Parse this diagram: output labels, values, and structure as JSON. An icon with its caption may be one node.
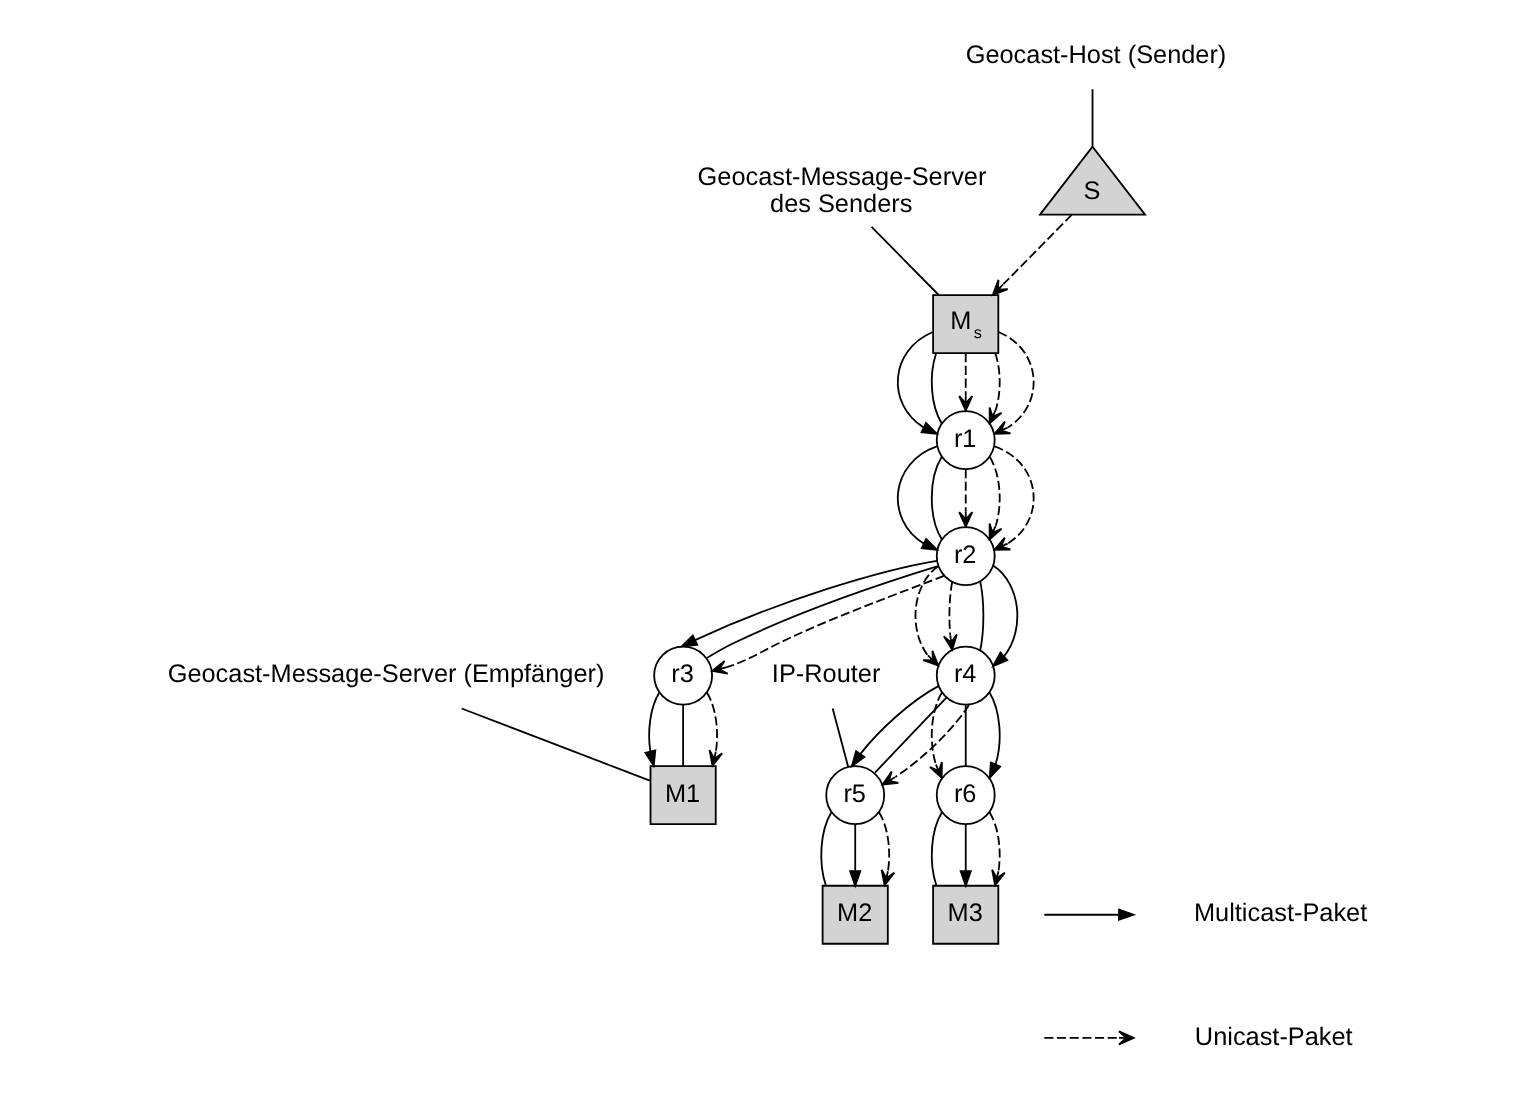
{
  "diagram": {
    "nodes": [
      {
        "text": [
          "S"
        ]
      },
      {
        "text": [
          "Geocast-Host (Sender)"
        ]
      },
      {
        "text": [
          "M$_{s}$"
        ]
      },
      {
        "text": [
          "Geocast-Message-Server des Senders"
        ]
      },
      {
        "text": [
          "r1"
        ]
      },
      {
        "text": [
          "r2"
        ]
      },
      {
        "text": [
          "r3"
        ]
      },
      {
        "text": [
          "M1"
        ]
      },
      {
        "text": [
          "Geocast-Message-Server (Empfänger)"
        ]
      },
      {
        "text": [
          "r4"
        ]
      },
      {
        "text": [
          "r5"
        ]
      },
      {
        "text": [
          "IP-Router"
        ]
      },
      {
        "text": [
          "M2"
        ]
      },
      {
        "text": [
          "r6"
        ]
      },
      {
        "text": [
          "M3"
        ]
      }
    ],
    "edges": [
      {
        "from": 1,
        "to": 0,
        "arrow": "none"
      },
      {
        "from": 0,
        "to": 2,
        "arrow": "to",
        "style": "dashed"
      },
      {
        "from": 3,
        "to": 2,
        "arrow": "none"
      },
      {
        "from": 2,
        "to": 4,
        "arrow": "to"
      },
      {
        "from": 2,
        "to": 4,
        "arrow": "none"
      },
      {
        "from": 2,
        "to": 4,
        "arrow": "to",
        "style": "dashed"
      },
      {
        "from": 2,
        "to": 4,
        "arrow": "to",
        "style": "dashed"
      },
      {
        "from": 2,
        "to": 4,
        "arrow": "to",
        "style": "dashed"
      },
      {
        "from": 4,
        "to": 5,
        "arrow": "to"
      },
      {
        "from": 4,
        "to": 5,
        "arrow": "none"
      },
      {
        "from": 4,
        "to": 5,
        "arrow": "to",
        "style": "dashed"
      },
      {
        "from": 4,
        "to": 5,
        "arrow": "to",
        "style": "dashed"
      },
      {
        "from": 4,
        "to": 5,
        "arrow": "to",
        "style": "dashed"
      },
      {
        "from": 5,
        "to": 6,
        "arrow": "to"
      },
      {
        "from": 5,
        "to": 6,
        "arrow": "none"
      },
      {
        "from": 5,
        "to": 6,
        "arrow": "to",
        "style": "dashed"
      },
      {
        "from": 6,
        "to": 7,
        "arrow": "to"
      },
      {
        "from": 6,
        "to": 7,
        "arrow": "none"
      },
      {
        "from": 6,
        "to": 7,
        "arrow": "to",
        "style": "dashed"
      },
      {
        "from": 8,
        "to": 7,
        "arrow": "none"
      },
      {
        "from": 5,
        "to": 9,
        "arrow": "to",
        "style": "dashed"
      },
      {
        "from": 5,
        "to": 9,
        "arrow": "to",
        "style": "dashed"
      },
      {
        "from": 5,
        "to": 9,
        "arrow": "none"
      },
      {
        "from": 5,
        "to": 9,
        "arrow": "to"
      },
      {
        "from": 9,
        "to": 10,
        "arrow": "to"
      },
      {
        "from": 9,
        "to": 10,
        "arrow": "none"
      },
      {
        "from": 9,
        "to": 10,
        "arrow": "to",
        "style": "dashed"
      },
      {
        "from": 11,
        "to": 10,
        "arrow": "none"
      },
      {
        "from": 10,
        "to": 12,
        "arrow": "none"
      },
      {
        "from": 10,
        "to": 12,
        "arrow": "to"
      },
      {
        "from": 10,
        "to": 12,
        "arrow": "to",
        "style": "dashed"
      },
      {
        "from": 9,
        "to": 13,
        "arrow": "to",
        "style": "dashed"
      },
      {
        "from": 9,
        "to": 13,
        "arrow": "none"
      },
      {
        "from": 9,
        "to": 13,
        "arrow": "to"
      },
      {
        "from": 13,
        "to": 14,
        "arrow": "none"
      },
      {
        "from": 13,
        "to": 14,
        "arrow": "to"
      },
      {
        "from": 13,
        "to": 14,
        "arrow": "to",
        "style": "dashed"
      }
    ],
    "legend": [
      {
        "text": "Multicast-Paket"
      },
      {
        "text": "Unicast-Paket"
      }
    ]
  }
}
